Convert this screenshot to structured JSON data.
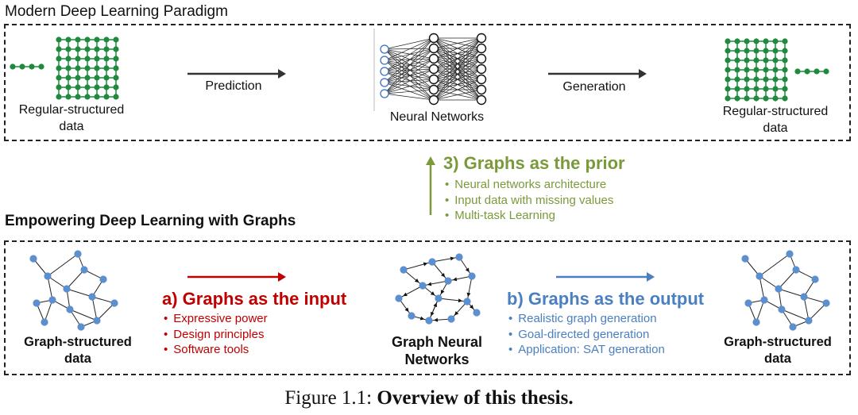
{
  "top_section": {
    "title": "Modern Deep Learning Paradigm",
    "left_label_line1": "Regular-structured",
    "left_label_line2": "data",
    "prediction_label": "Prediction",
    "nn_label": "Neural Networks",
    "generation_label": "Generation",
    "right_label_line1": "Regular-structured",
    "right_label_line2": "data"
  },
  "prior": {
    "heading": "3) Graphs as the prior",
    "bullets": [
      "Neural networks architecture",
      "Input data with missing values",
      "Multi-task Learning"
    ]
  },
  "bottom_section": {
    "title": "Empowering Deep Learning with Graphs",
    "left_label_line1": "Graph-structured",
    "left_label_line2": "data",
    "input_heading": "a) Graphs as the input",
    "input_bullets": [
      "Expressive power",
      "Design principles",
      "Software tools"
    ],
    "gnn_label_line1": "Graph Neural",
    "gnn_label_line2": "Networks",
    "output_heading": "b) Graphs as the output",
    "output_bullets": [
      "Realistic graph generation",
      "Goal-directed generation",
      "Application: SAT generation"
    ],
    "right_label_line1": "Graph-structured",
    "right_label_line2": "data"
  },
  "caption": {
    "prefix": "Figure 1.1: ",
    "bold": "Overview of this thesis."
  },
  "colors": {
    "green_node": "#1e8a3c",
    "blue_node": "#5b8fd0",
    "prior_green": "#7a9a3a",
    "input_red": "#c00000",
    "output_blue": "#4a7fc0"
  }
}
